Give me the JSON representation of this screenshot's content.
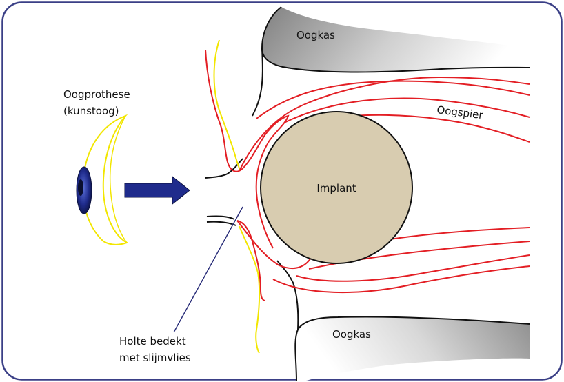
{
  "labels": {
    "orbit_top": "Oogkas",
    "orbit_bottom": "Oogkas",
    "prosthesis_line1": "Oogprothese",
    "prosthesis_line2": "(kunstoog)",
    "muscle": "Oogspier",
    "implant": "Implant",
    "cavity_line1": "Holte bedekt",
    "cavity_line2": "met slijmvlies"
  },
  "colors": {
    "frame": "#3a3f86",
    "bone_outline": "#111111",
    "bone_fill_dark": "#7a7a7a",
    "bone_fill_light": "#ffffff",
    "muscle_red": "#e31e24",
    "mucosa_yellow": "#f2e600",
    "implant_fill": "#d8ccb0",
    "arrow_blue": "#1f2b8c",
    "iris_blue": "#1f2b8c",
    "pointer_line": "#2b2f7a"
  }
}
